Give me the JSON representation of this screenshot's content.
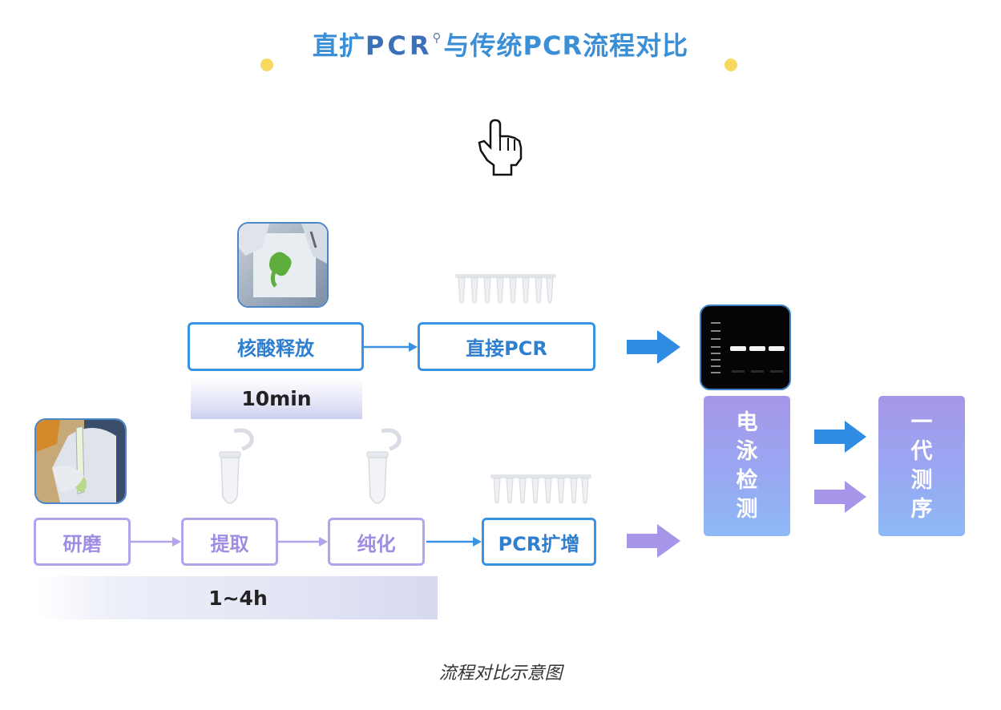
{
  "title": {
    "part1": "直扩",
    "part2": "PCR",
    "search_mark": "⚲",
    "part3": "与传统PCR流程对比"
  },
  "direct": {
    "step1": "核酸释放",
    "step2": "直接PCR",
    "time": "10min"
  },
  "traditional": {
    "step1": "研磨",
    "step2": "提取",
    "step3": "纯化",
    "step4": "PCR扩增",
    "time": "1~4h"
  },
  "detect": {
    "chars": [
      "电",
      "泳",
      "检",
      "测"
    ]
  },
  "sequence": {
    "chars": [
      "一",
      "代",
      "测",
      "序"
    ]
  },
  "caption": "流程对比示意图",
  "colors": {
    "blue": "#3a93e2",
    "purple": "#b3a3ea",
    "dot": "#f7d95f"
  }
}
